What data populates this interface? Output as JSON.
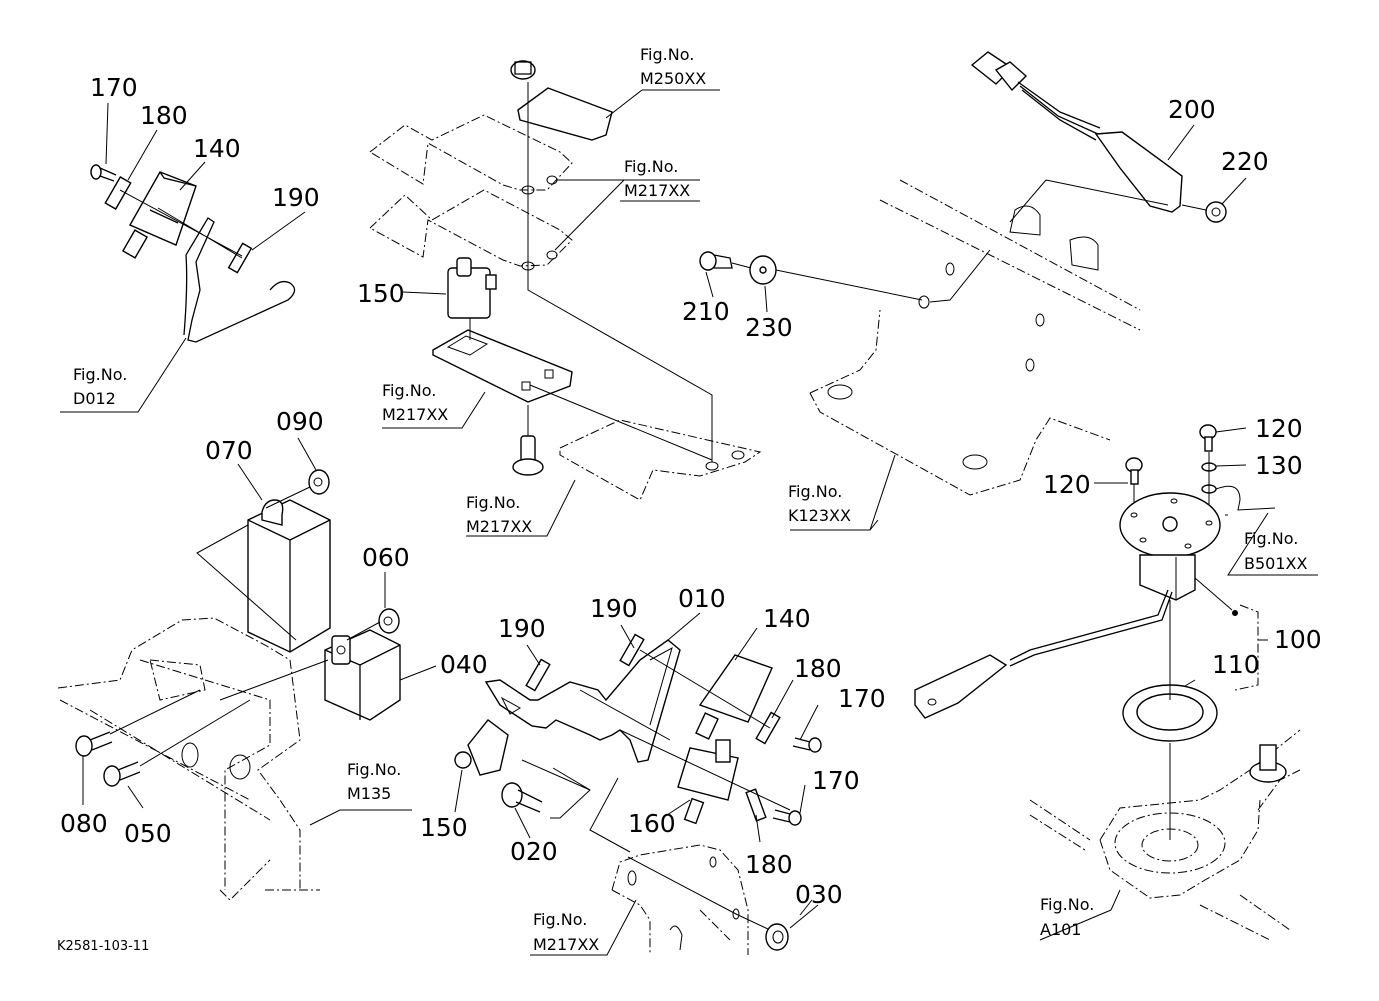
{
  "diagram": {
    "drawing_code": "K2581-103-11",
    "fig_prefix": "Fig.No.",
    "figure_refs": {
      "m250": "M250XX",
      "m217_upper": "M217XX",
      "m217_plate": "M217XX",
      "m217_lower": "M217XX",
      "m217_bottom": "M217XX",
      "d012": "D012",
      "k123": "K123XX",
      "b501": "B501XX",
      "m135": "M135",
      "a101": "A101"
    },
    "callouts": {
      "c170_tl": "170",
      "c180_tl": "180",
      "c140_tl": "140",
      "c190_tl": "190",
      "c150_top": "150",
      "c210": "210",
      "c230": "230",
      "c200": "200",
      "c220": "220",
      "c070": "070",
      "c090": "090",
      "c060": "060",
      "c040": "040",
      "c080": "080",
      "c050": "050",
      "c190_a": "190",
      "c190_b": "190",
      "c010": "010",
      "c140_b": "140",
      "c180_b": "180",
      "c170_b": "170",
      "c170_c": "170",
      "c160": "160",
      "c180_c": "180",
      "c150_b": "150",
      "c020": "020",
      "c030": "030",
      "c120_a": "120",
      "c120_b": "120",
      "c130": "130",
      "c100": "100",
      "c110": "110"
    }
  }
}
